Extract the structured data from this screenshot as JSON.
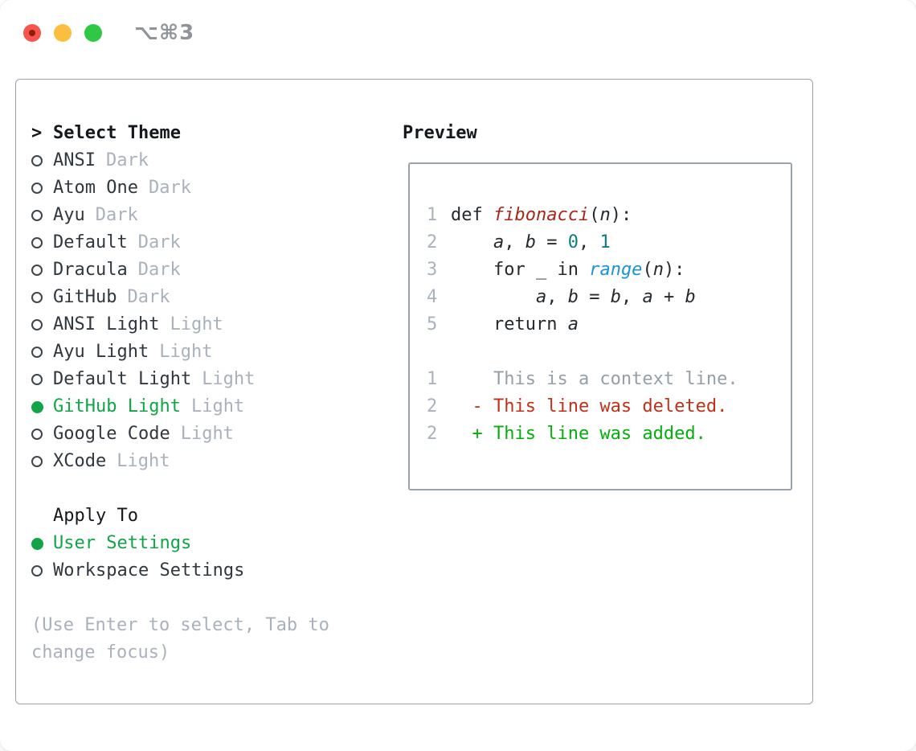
{
  "titlebar": {
    "shortcut": "⌥⌘3"
  },
  "colors": {
    "selection_green": "#10a546",
    "added_green": "#04ae0c",
    "deleted_red": "#c23018",
    "function_red": "#a7271a",
    "builtin_blue": "#1b93d6",
    "number_teal": "#0d7d82",
    "code_text": "#24292e",
    "item_text": "#30373e",
    "faint_gray": "#a9b2bc",
    "context_gray": "#959fa8",
    "border_gray": "#9aa2ab"
  },
  "theme_panel": {
    "header_prefix": ">",
    "header": "Select Theme",
    "themes": [
      {
        "name": "ANSI",
        "tag": "Dark",
        "selected": false
      },
      {
        "name": "Atom One",
        "tag": "Dark",
        "selected": false
      },
      {
        "name": "Ayu",
        "tag": "Dark",
        "selected": false
      },
      {
        "name": "Default",
        "tag": "Dark",
        "selected": false
      },
      {
        "name": "Dracula",
        "tag": "Dark",
        "selected": false
      },
      {
        "name": "GitHub",
        "tag": "Dark",
        "selected": false
      },
      {
        "name": "ANSI Light",
        "tag": "Light",
        "selected": false
      },
      {
        "name": "Ayu Light",
        "tag": "Light",
        "selected": false
      },
      {
        "name": "Default Light",
        "tag": "Light",
        "selected": false
      },
      {
        "name": "GitHub Light",
        "tag": "Light",
        "selected": true
      },
      {
        "name": "Google Code",
        "tag": "Light",
        "selected": false
      },
      {
        "name": "XCode",
        "tag": "Light",
        "selected": false
      }
    ],
    "apply_to": {
      "header": "Apply To",
      "options": [
        {
          "label": "User Settings",
          "selected": true
        },
        {
          "label": "Workspace Settings",
          "selected": false
        }
      ]
    },
    "hint_lines": [
      "(Use Enter to select, Tab to",
      "change focus)"
    ]
  },
  "preview": {
    "header": "Preview",
    "code_lines": [
      {
        "num": "1",
        "tokens": [
          {
            "t": "def ",
            "c": "code"
          },
          {
            "t": "fibonacci",
            "c": "func"
          },
          {
            "t": "(",
            "c": "code"
          },
          {
            "t": "n",
            "c": "var"
          },
          {
            "t": "):",
            "c": "code"
          }
        ]
      },
      {
        "num": "2",
        "tokens": [
          {
            "t": "    ",
            "c": "code"
          },
          {
            "t": "a",
            "c": "var"
          },
          {
            "t": ", ",
            "c": "code"
          },
          {
            "t": "b",
            "c": "var"
          },
          {
            "t": " = ",
            "c": "code"
          },
          {
            "t": "0",
            "c": "num"
          },
          {
            "t": ", ",
            "c": "code"
          },
          {
            "t": "1",
            "c": "num"
          }
        ]
      },
      {
        "num": "3",
        "tokens": [
          {
            "t": "    for ",
            "c": "code"
          },
          {
            "t": "_",
            "c": "var"
          },
          {
            "t": " in ",
            "c": "code"
          },
          {
            "t": "range",
            "c": "builtin"
          },
          {
            "t": "(",
            "c": "code"
          },
          {
            "t": "n",
            "c": "var"
          },
          {
            "t": "):",
            "c": "code"
          }
        ]
      },
      {
        "num": "4",
        "tokens": [
          {
            "t": "        ",
            "c": "code"
          },
          {
            "t": "a",
            "c": "var"
          },
          {
            "t": ", ",
            "c": "code"
          },
          {
            "t": "b",
            "c": "var"
          },
          {
            "t": " = ",
            "c": "code"
          },
          {
            "t": "b",
            "c": "var"
          },
          {
            "t": ", ",
            "c": "code"
          },
          {
            "t": "a",
            "c": "var"
          },
          {
            "t": " + ",
            "c": "code"
          },
          {
            "t": "b",
            "c": "var"
          }
        ]
      },
      {
        "num": "5",
        "tokens": [
          {
            "t": "    return ",
            "c": "code"
          },
          {
            "t": "a",
            "c": "var"
          }
        ]
      }
    ],
    "diff_lines": [
      {
        "num": "1",
        "text": "    This is a context line.",
        "kind": "context"
      },
      {
        "num": "2",
        "text": "  - This line was deleted.",
        "kind": "deleted"
      },
      {
        "num": "2",
        "text": "  + This line was added.",
        "kind": "added"
      }
    ]
  }
}
